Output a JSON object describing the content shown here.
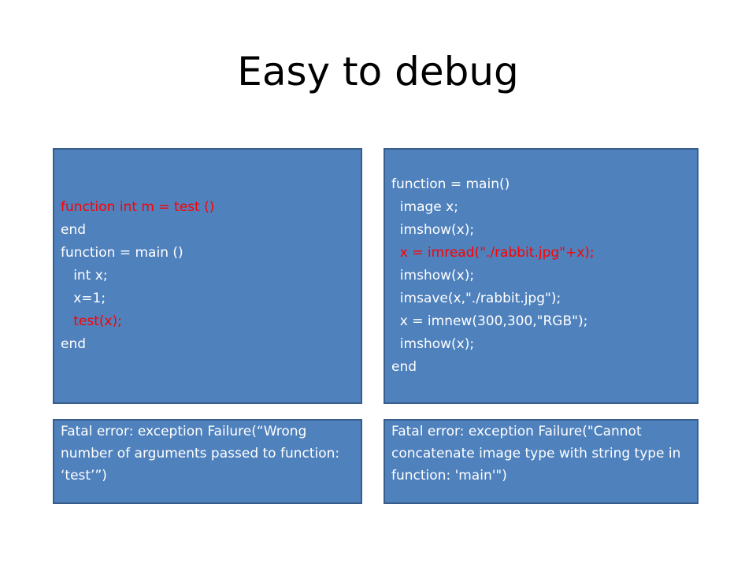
{
  "slide": {
    "title": "Easy to debug"
  },
  "left_code": {
    "lines": [
      {
        "text": "function int m = test ()",
        "color": "red"
      },
      {
        "text": "end",
        "color": "white"
      },
      {
        "text": "function = main ()",
        "color": "white"
      },
      {
        "text": "   int x;",
        "color": "white"
      },
      {
        "text": "   x=1;",
        "color": "white"
      },
      {
        "text": "   test(x);",
        "color": "red"
      },
      {
        "text": "end",
        "color": "white"
      }
    ]
  },
  "right_code": {
    "lines": [
      {
        "text": "function = main()",
        "color": "white"
      },
      {
        "text": "  image x;",
        "color": "white"
      },
      {
        "text": "  imshow(x);",
        "color": "white"
      },
      {
        "text": "  x = imread(\"./rabbit.jpg\"+x);",
        "color": "red"
      },
      {
        "text": "  imshow(x);",
        "color": "white"
      },
      {
        "text": "  imsave(x,\"./rabbit.jpg\");",
        "color": "white"
      },
      {
        "text": "  x = imnew(300,300,\"RGB\");",
        "color": "white"
      },
      {
        "text": "  imshow(x);",
        "color": "white"
      },
      {
        "text": "end",
        "color": "white"
      }
    ]
  },
  "left_error": {
    "text": "Fatal error: exception Failure(“Wrong number of arguments passed to function: ‘test’”)"
  },
  "right_error": {
    "text": "Fatal error: exception Failure(\"Cannot concatenate image type with string type in function: 'main'\")"
  },
  "colors": {
    "box_fill": "#4f81bd",
    "box_border": "#385d8a",
    "highlight": "#ff0000",
    "text": "#ffffff"
  }
}
